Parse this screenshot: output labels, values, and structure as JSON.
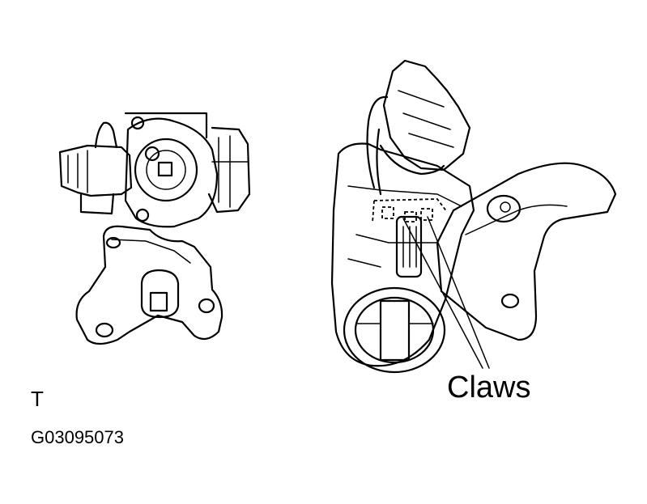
{
  "labels": {
    "claws": "Claws",
    "view_mark": "T",
    "figure_code": "G03095073"
  },
  "colors": {
    "line": "#000000",
    "background": "#ffffff"
  }
}
